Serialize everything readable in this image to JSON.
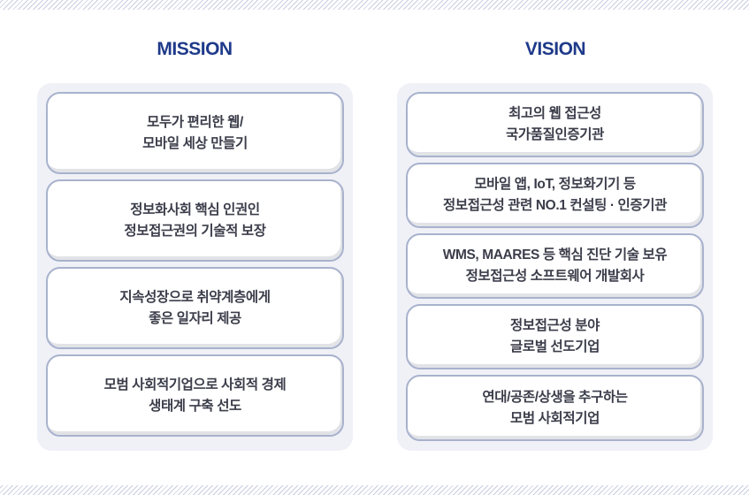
{
  "mission": {
    "title": "MISSION",
    "items": [
      {
        "line1": "모두가 편리한 웹/",
        "line2": "모바일 세상 만들기"
      },
      {
        "line1": "정보화사회 핵심 인권인",
        "line2": "정보접근권의 기술적 보장"
      },
      {
        "line1": "지속성장으로 취약계층에게",
        "line2": "좋은 일자리 제공"
      },
      {
        "line1": "모범 사회적기업으로 사회적 경제",
        "line2": "생태계 구축 선도"
      }
    ]
  },
  "vision": {
    "title": "VISION",
    "items": [
      {
        "line1": "최고의 웹 접근성",
        "line2": "국가품질인증기관"
      },
      {
        "line1": "모바일 앱, IoT, 정보화기기 등",
        "line2": "정보접근성 관련 NO.1 컨설팅 · 인증기관"
      },
      {
        "line1": "WMS, MAARES 등 핵심 진단 기술 보유",
        "line2": "정보접근성 소프트웨어 개발회사"
      },
      {
        "line1": "정보접근성 분야",
        "line2": "글로벌 선도기업"
      },
      {
        "line1": "연대/공존/상생을 추구하는",
        "line2": "모범 사회적기업"
      }
    ]
  },
  "colors": {
    "title": "#1e3a8a",
    "panel_bg": "#f0f1f7",
    "card_border": "#a8b2cd",
    "text": "#3b3d4a"
  }
}
